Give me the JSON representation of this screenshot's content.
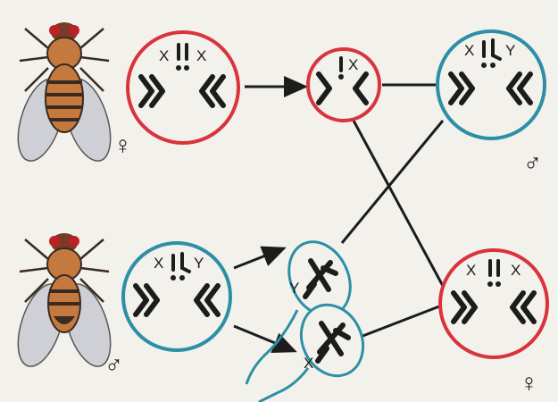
{
  "colors": {
    "female_circle": "#d9333b",
    "male_circle": "#2d8fa6",
    "chromosome": "#1c1c1c",
    "fly_body": "#c47a3e",
    "fly_dark": "#3a2a22",
    "background": "#f3f1ec"
  },
  "labels": {
    "female_parent_chromosomes": [
      "X",
      "X"
    ],
    "male_parent_chromosomes": [
      "X",
      "Y"
    ],
    "egg_chromosome": "X",
    "sperm_top_chromosome": "Y",
    "sperm_bottom_chromosome": "X",
    "male_offspring_chromosomes": [
      "X",
      "Y"
    ],
    "female_offspring_chromosomes": [
      "X",
      "X"
    ],
    "female_symbol": "♀",
    "male_symbol": "♂"
  }
}
